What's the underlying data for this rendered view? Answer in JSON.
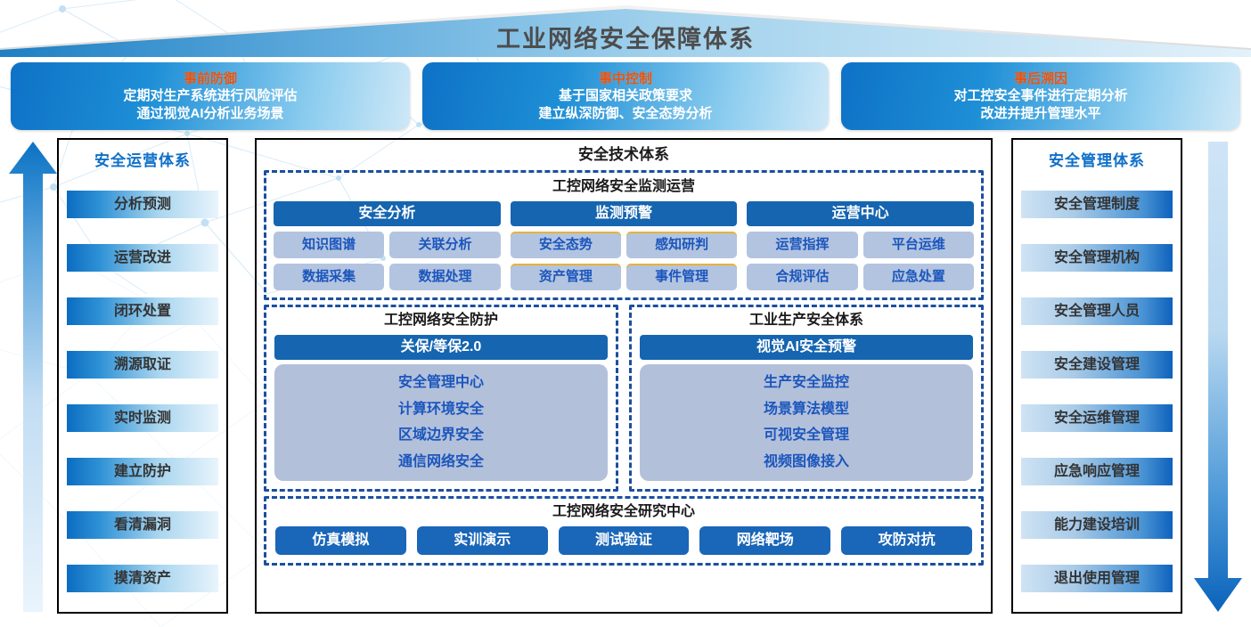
{
  "title": "工业网络安全保障体系",
  "phases": [
    {
      "title": "事前防御",
      "lines": [
        "定期对生产系统进行风险评估",
        "通过视觉AI分析业务场景"
      ]
    },
    {
      "title": "事中控制",
      "lines": [
        "基于国家相关政策要求",
        "建立纵深防御、安全态势分析"
      ]
    },
    {
      "title": "事后溯因",
      "lines": [
        "对工控安全事件进行定期分析",
        "改进并提升管理水平"
      ]
    }
  ],
  "left_panel": {
    "header": "安全运营体系",
    "items": [
      "分析预测",
      "运营改进",
      "闭环处置",
      "溯源取证",
      "实时监测",
      "建立防护",
      "看清漏洞",
      "摸清资产"
    ]
  },
  "right_panel": {
    "header": "安全管理体系",
    "items": [
      "安全管理制度",
      "安全管理机构",
      "安全管理人员",
      "安全建设管理",
      "安全运维管理",
      "应急响应管理",
      "能力建设培训",
      "退出使用管理"
    ]
  },
  "center": {
    "header": "安全技术体系",
    "monitor": {
      "title": "工控网络安全监测运营",
      "groups": [
        {
          "head": "安全分析",
          "tiles": [
            "知识图谱",
            "关联分析",
            "数据采集",
            "数据处理"
          ]
        },
        {
          "head": "监测预警",
          "tiles": [
            "安全态势",
            "感知研判",
            "资产管理",
            "事件管理"
          ]
        },
        {
          "head": "运营中心",
          "tiles": [
            "运营指挥",
            "平台运维",
            "合规评估",
            "应急处置"
          ]
        }
      ]
    },
    "mid_panels": [
      {
        "title": "工控网络安全防护",
        "bar": "关保/等保2.0",
        "rows": [
          "安全管理中心",
          "计算环境安全",
          "区域边界安全",
          "通信网络安全"
        ]
      },
      {
        "title": "工业生产安全体系",
        "bar": "视觉AI安全预警",
        "rows": [
          "生产安全监控",
          "场景算法模型",
          "可视安全管理",
          "视频图像接入"
        ]
      }
    ],
    "research": {
      "title": "工控网络安全研究中心",
      "tiles": [
        "仿真模拟",
        "实训演示",
        "测试验证",
        "网络靶场",
        "攻防对抗"
      ]
    }
  },
  "arrows": {
    "left": "up-arrow",
    "right": "down-arrow"
  },
  "colors": {
    "accent_blue": "#1565b0",
    "tile_blue": "#b3c4e0",
    "tile_text": "#1b56bd",
    "phase_title": "#e8530f",
    "dashed_border": "#1b4fa0",
    "header_blue": "#0e6fc8"
  }
}
